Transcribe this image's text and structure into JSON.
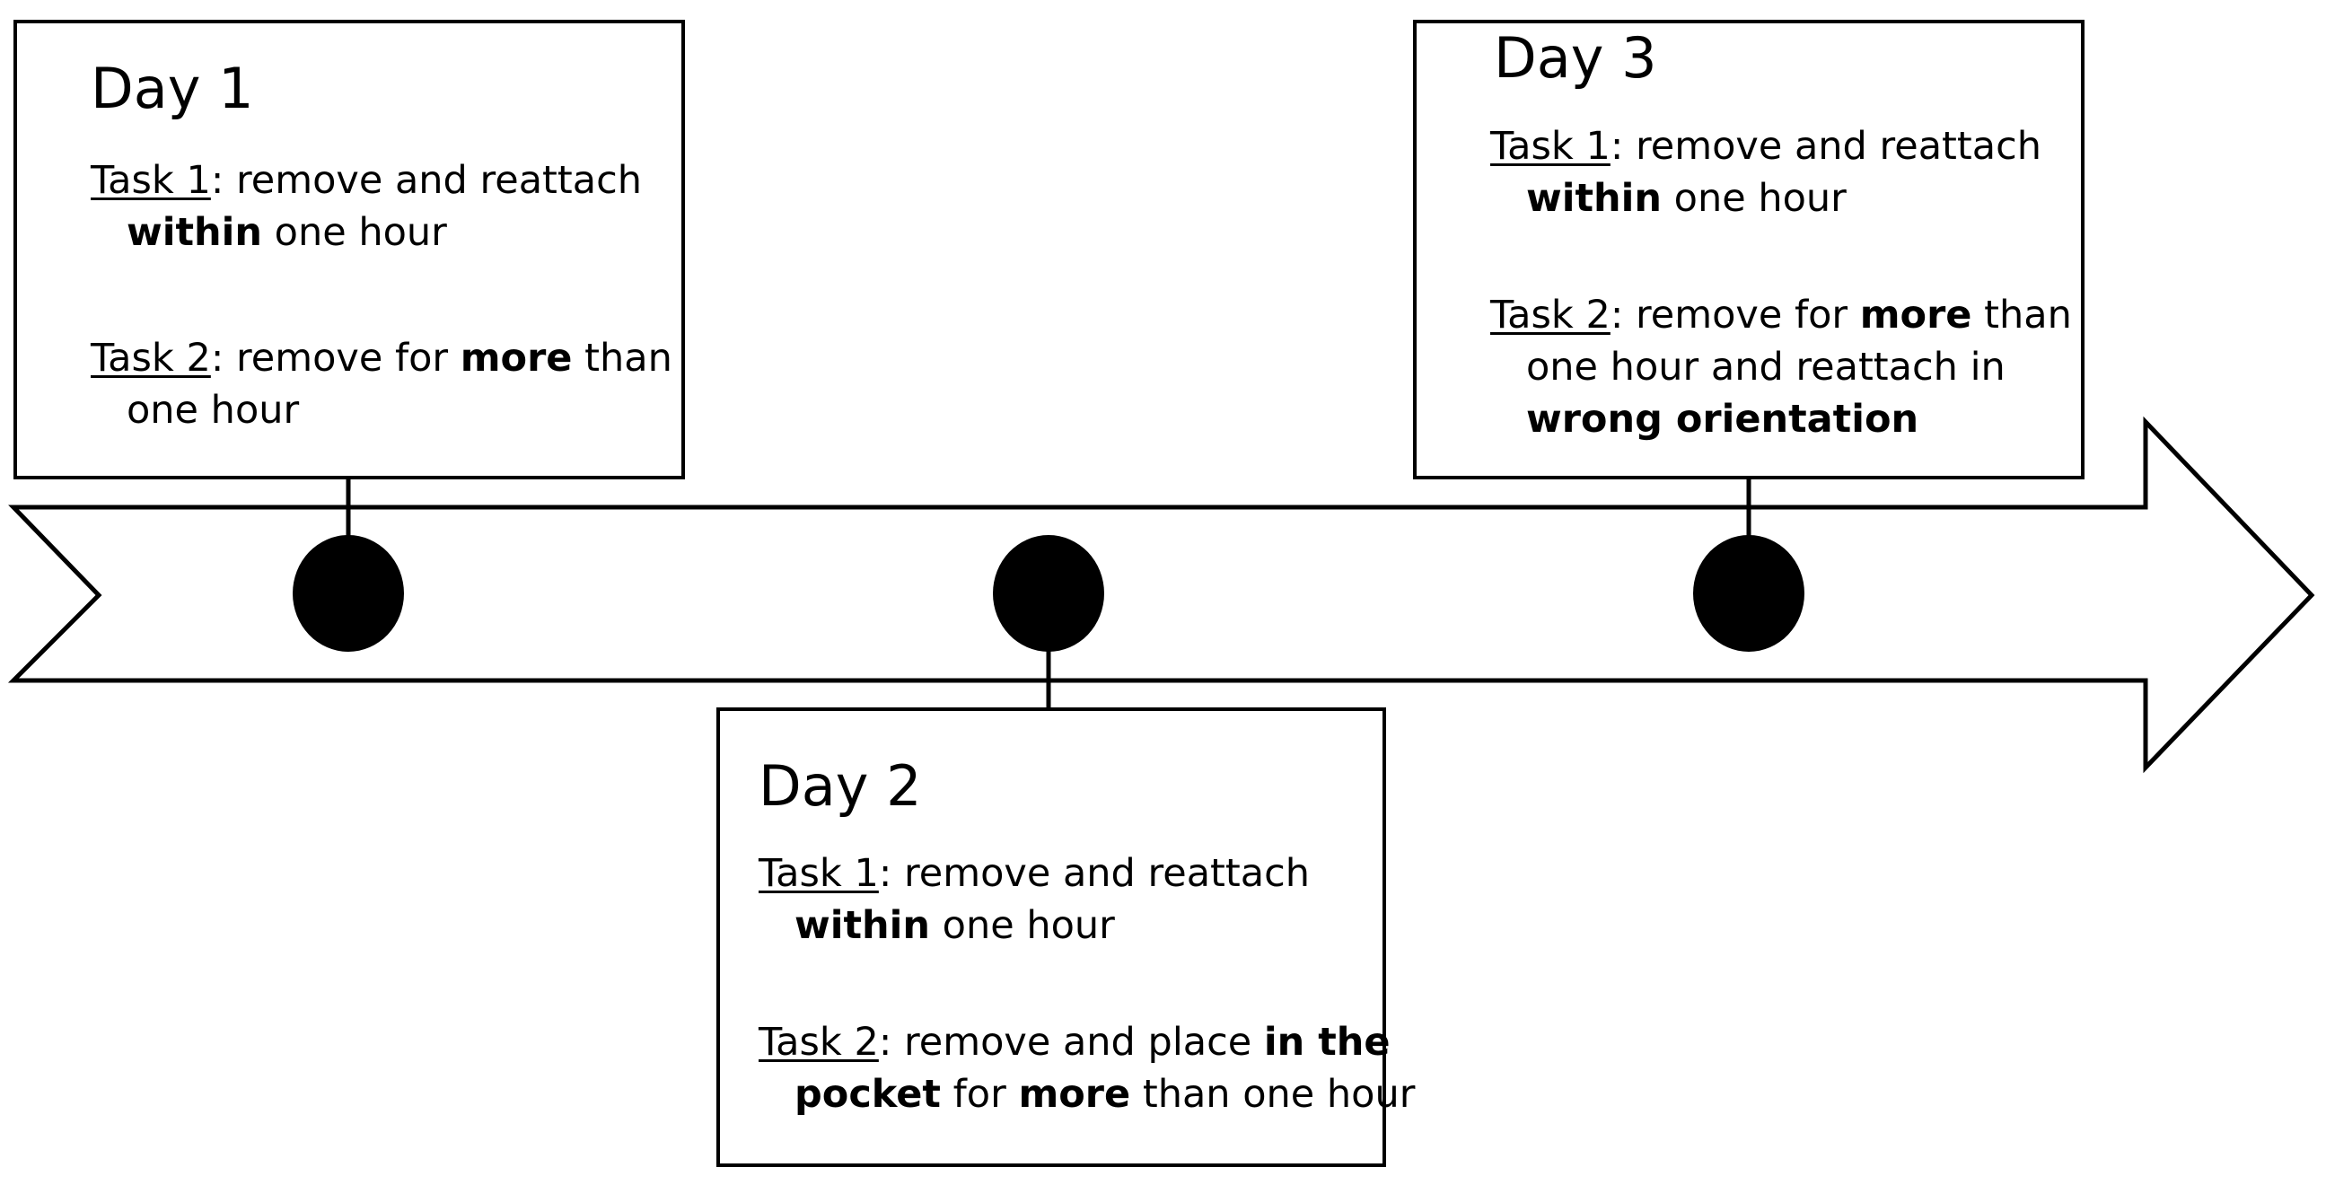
{
  "days": [
    {
      "title": "Day 1",
      "tasks": [
        {
          "label": "Task 1",
          "sep": ": ",
          "line1": [
            "remove and reattach"
          ],
          "line2": [
            {
              "b": "within"
            },
            " one hour"
          ]
        },
        {
          "label": "Task 2",
          "sep": ": ",
          "line1": [
            "remove for ",
            {
              "b": "more"
            },
            " than"
          ],
          "line2": [
            "one hour"
          ]
        }
      ]
    },
    {
      "title": "Day 2",
      "tasks": [
        {
          "label": "Task 1",
          "sep": ": ",
          "line1": [
            "remove and reattach"
          ],
          "line2": [
            {
              "b": "within"
            },
            " one hour"
          ]
        },
        {
          "label": "Task 2",
          "sep": ": ",
          "line1": [
            "remove and place ",
            {
              "b": "in the"
            }
          ],
          "line2": [
            {
              "b": "pocket"
            },
            " for ",
            {
              "b": "more"
            },
            " than one hour"
          ]
        }
      ]
    },
    {
      "title": "Day 3",
      "tasks": [
        {
          "label": "Task 1",
          "sep": ": ",
          "line1": [
            "remove and reattach"
          ],
          "line2": [
            {
              "b": "within"
            },
            " one hour"
          ]
        },
        {
          "label": "Task 2",
          "sep": ": ",
          "line1": [
            "remove for ",
            {
              "b": "more"
            },
            " than"
          ],
          "line2": [
            "one hour and reattach in"
          ],
          "line3": [
            {
              "b": "wrong orientation"
            }
          ]
        }
      ]
    }
  ]
}
